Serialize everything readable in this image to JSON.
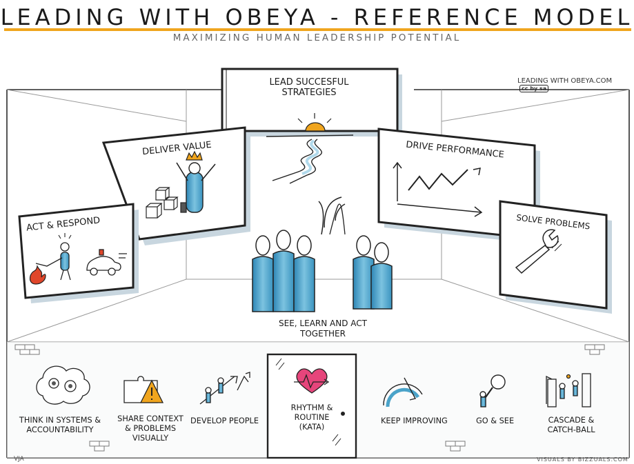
{
  "header": {
    "title": "LEADING WITH OBEYA - REFERENCE MODEL",
    "subtitle": "MAXIMIZING HUMAN LEADERSHIP POTENTIAL"
  },
  "credits": {
    "site": "LEADING WITH OBEYA.COM",
    "license_badge": "cc by sa",
    "visuals": "VISUALS BY BIZZUALS.COM",
    "signature": "VJA"
  },
  "walls": {
    "strategies": "LEAD SUCCESFUL STRATEGIES",
    "value": "DELIVER VALUE",
    "act": "ACT & RESPOND",
    "performance": "DRIVE PERFORMANCE",
    "problems": "SOLVE PROBLEMS",
    "center": "SEE, LEARN AND ACT TOGETHER"
  },
  "bottom": {
    "systems": "THINK IN SYSTEMS & ACCOUNTABILITY",
    "share": "SHARE CONTEXT & PROBLEMS VISUALLY",
    "develop": "DEVELOP PEOPLE",
    "rhythm": "RHYTHM & ROUTINE (KATA)",
    "improve": "KEEP IMPROVING",
    "gosee": "GO & SEE",
    "cascade": "CASCADE & CATCH-BALL"
  },
  "colors": {
    "accent": "#f0a51e",
    "people_blue": "#4aa3c9",
    "fire_red": "#e0462a",
    "heart_pink": "#e6457b",
    "shadow": "#c8d6df"
  }
}
